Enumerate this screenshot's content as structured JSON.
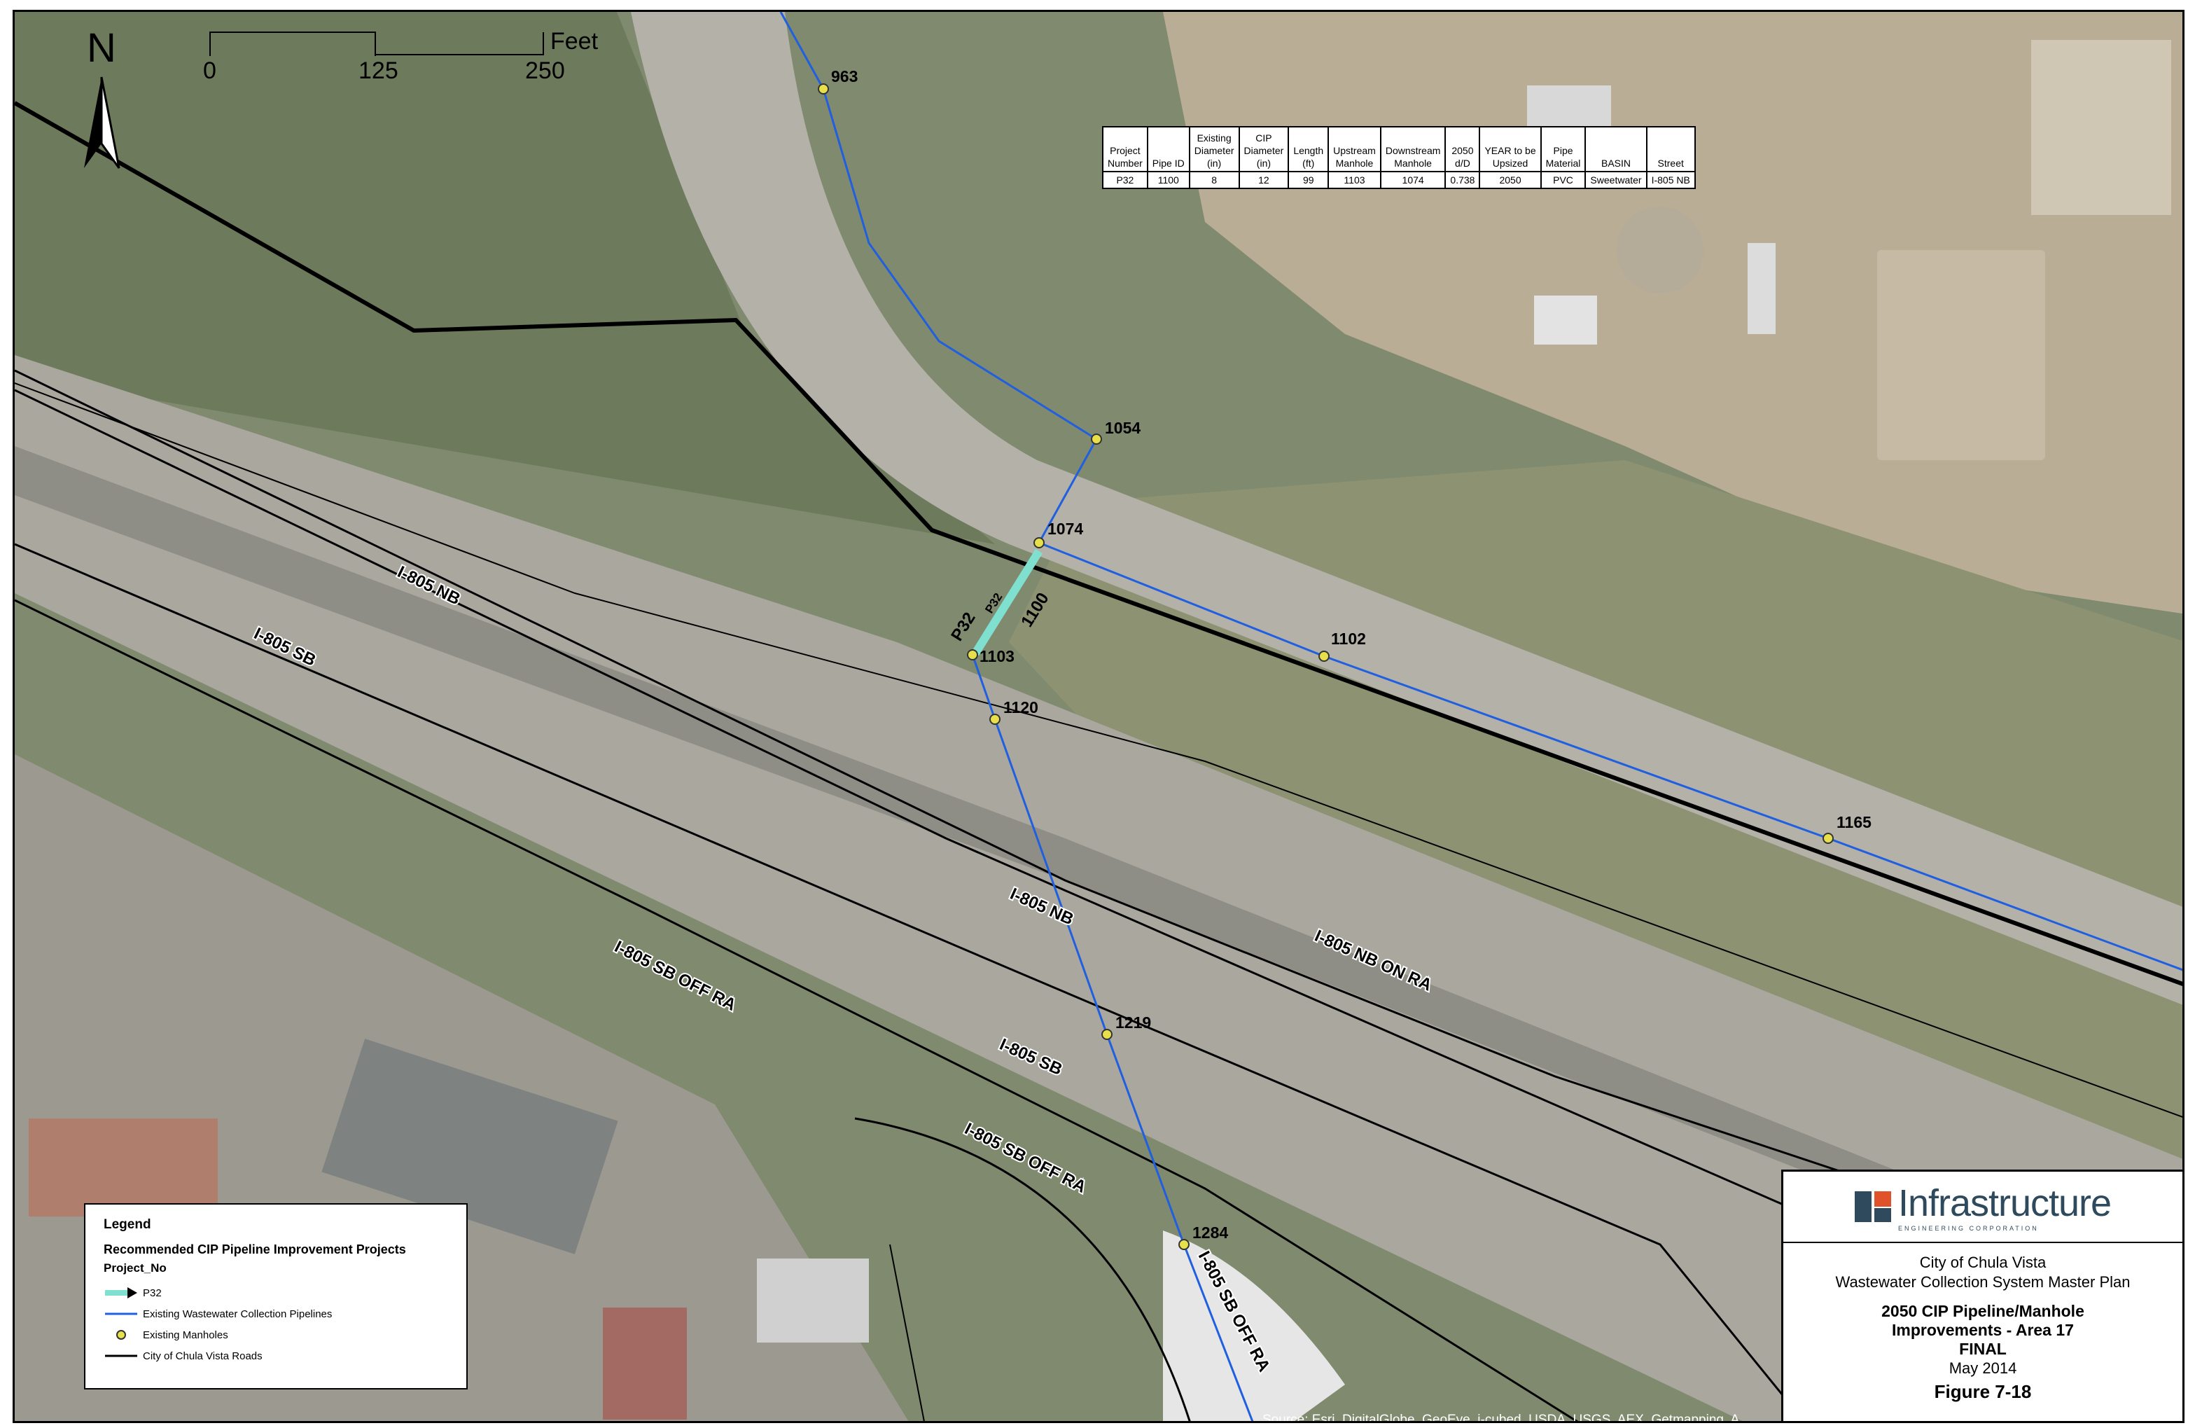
{
  "scale_bar": {
    "ticks": [
      "0",
      "125",
      "250"
    ],
    "unit": "Feet"
  },
  "north_arrow": {
    "label": "N"
  },
  "attribute_table": {
    "headers": [
      [
        "Project",
        "Number"
      ],
      [
        "Pipe ID"
      ],
      [
        "Existing",
        "Diameter",
        "(in)"
      ],
      [
        "CIP",
        "Diameter",
        "(in)"
      ],
      [
        "Length",
        "(ft)"
      ],
      [
        "Upstream",
        "Manhole"
      ],
      [
        "Downstream",
        "Manhole"
      ],
      [
        "2050",
        "d/D"
      ],
      [
        "YEAR to be",
        "Upsized"
      ],
      [
        "Pipe",
        "Material"
      ],
      [
        "BASIN"
      ],
      [
        "Street"
      ]
    ],
    "row": [
      "P32",
      "1100",
      "8",
      "12",
      "99",
      "1103",
      "1074",
      "0.738",
      "2050",
      "PVC",
      "Sweetwater",
      "I-805 NB"
    ]
  },
  "manholes": [
    "963",
    "1054",
    "1074",
    "1102",
    "1103",
    "1120",
    "1165",
    "1219",
    "1284"
  ],
  "pipe_labels": [
    "P32",
    "P32",
    "1100"
  ],
  "road_labels": [
    "I-805 NB",
    "I-805 SB",
    "I-805 NB",
    "I-805 NB ON RA",
    "I-805 SB OFF RA",
    "I-805 SB",
    "I-805 SB OFF RA",
    "I-805 SB OFF RA"
  ],
  "legend": {
    "title": "Legend",
    "subtitle": "Recommended CIP Pipeline Improvement Projects",
    "field": "Project_No",
    "items": [
      {
        "label": "P32",
        "symbol": "cip-pipe-arrow-icon",
        "color": "#7fe0d0"
      },
      {
        "label": "Existing Wastewater Collection Pipelines",
        "symbol": "blue-line-icon",
        "color": "#1f5fe0"
      },
      {
        "label": "Existing Manholes",
        "symbol": "manhole-dot-icon",
        "color": "#e8e04a"
      },
      {
        "label": "City of Chula Vista Roads",
        "symbol": "black-line-icon",
        "color": "#000000"
      }
    ]
  },
  "title_block": {
    "logo": "Infrastructure",
    "logo_sub": "ENGINEERING CORPORATION",
    "client": "City of Chula Vista",
    "plan": "Wastewater Collection System Master Plan",
    "title_lines": [
      "2050 CIP Pipeline/Manhole",
      "Improvements - Area 17",
      "FINAL"
    ],
    "date": "May 2014",
    "figure": "Figure 7-18",
    "brand_color": "#2f4a5c",
    "accent_color": "#e0532a"
  },
  "source_credit": "Source: Esri, DigitalGlobe, GeoEye, i-cubed, USDA, USGS, AEX, Getmapping, A"
}
